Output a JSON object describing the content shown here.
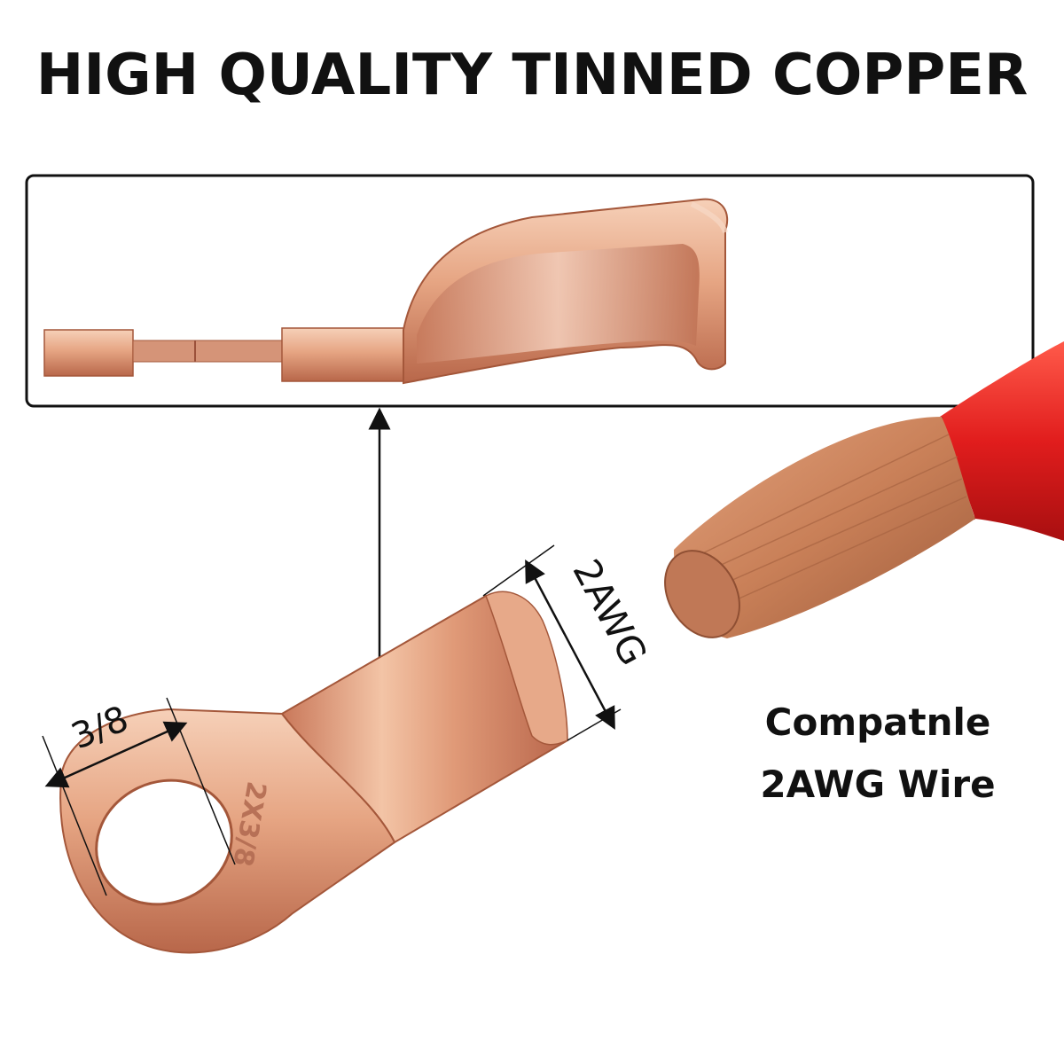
{
  "headline": "HIGH QUALITY TINNED COPPER",
  "lug": {
    "stamp": "2X3/8",
    "stud_label": "3/8",
    "wire_label": "2AWG"
  },
  "caption": {
    "line1": "Compatnle",
    "line2": "2AWG Wire"
  },
  "colors": {
    "copper_light": "#f0c0a0",
    "copper": "#d88a66",
    "copper_dark": "#a8583a",
    "wire_insulation": "#e02020",
    "text": "#111111"
  }
}
